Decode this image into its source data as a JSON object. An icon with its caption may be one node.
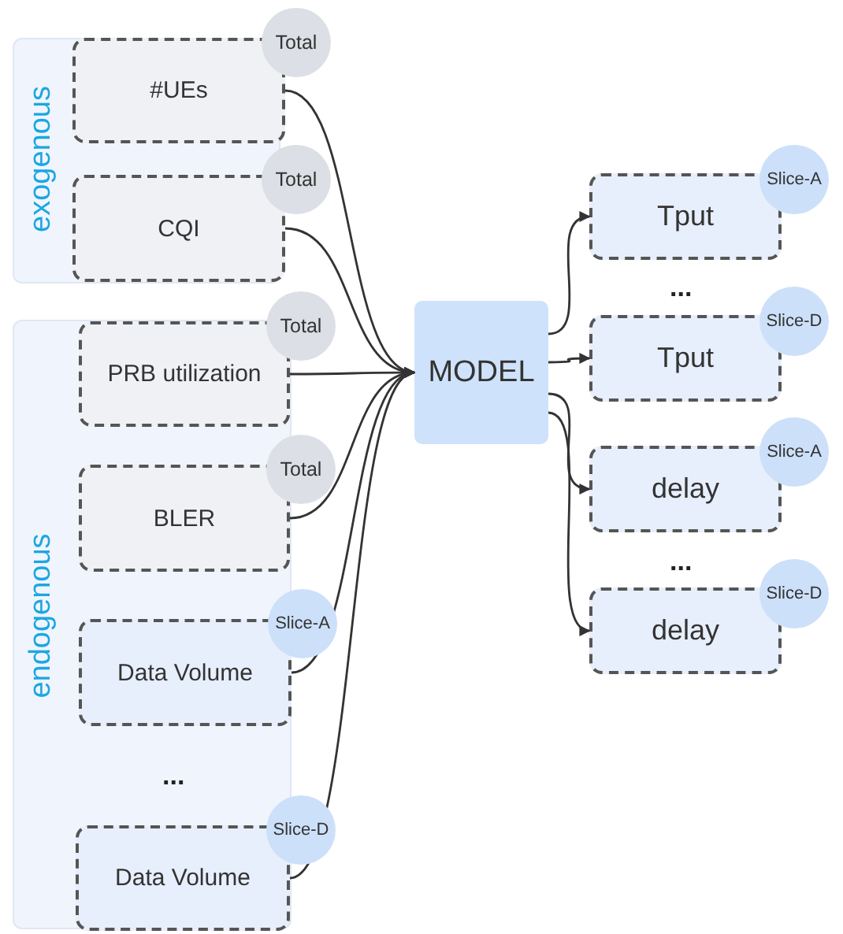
{
  "diagram": {
    "nodes": [
      {
        "text": [
          "exogenous"
        ]
      },
      {
        "text": [
          "#UEs"
        ],
        "in": 0,
        "beside": [
          "Total"
        ]
      },
      {
        "text": [
          "CQI"
        ],
        "in": 0,
        "beside": [
          "Total"
        ]
      },
      {
        "text": [
          "endogenous"
        ]
      },
      {
        "text": [
          "PRB utilization"
        ],
        "in": 3,
        "beside": [
          "Total"
        ]
      },
      {
        "text": [
          "BLER"
        ],
        "in": 3,
        "beside": [
          "Total"
        ]
      },
      {
        "text": [
          "Data Volume"
        ],
        "in": 3,
        "beside": [
          "Slice-A"
        ]
      },
      {
        "text": [
          "Data Volume"
        ],
        "in": 3,
        "beside": [
          "Slice-D"
        ]
      },
      {
        "text": [
          "MODEL"
        ]
      },
      {
        "text": [
          "Tput"
        ],
        "beside": [
          "Slice-A"
        ]
      },
      {
        "text": [
          "Tput"
        ],
        "beside": [
          "Slice-D"
        ]
      },
      {
        "text": [
          "delay"
        ],
        "beside": [
          "Slice-A"
        ]
      },
      {
        "text": [
          "delay"
        ],
        "beside": [
          "Slice-D"
        ]
      }
    ],
    "edges": [
      {
        "from": 1,
        "to": 8,
        "arrow": "to"
      },
      {
        "from": 2,
        "to": 8,
        "arrow": "to"
      },
      {
        "from": 4,
        "to": 8,
        "arrow": "to"
      },
      {
        "from": 5,
        "to": 8,
        "arrow": "to"
      },
      {
        "from": 6,
        "to": 8,
        "arrow": "to"
      },
      {
        "from": 7,
        "to": 8,
        "arrow": "to"
      },
      {
        "from": 8,
        "to": 9,
        "arrow": "to"
      },
      {
        "from": 8,
        "to": 10,
        "arrow": "to"
      },
      {
        "from": 8,
        "to": 11,
        "arrow": "to"
      },
      {
        "from": 8,
        "to": 12,
        "arrow": "to"
      }
    ],
    "labels": [
      "...",
      "...",
      "..."
    ]
  }
}
